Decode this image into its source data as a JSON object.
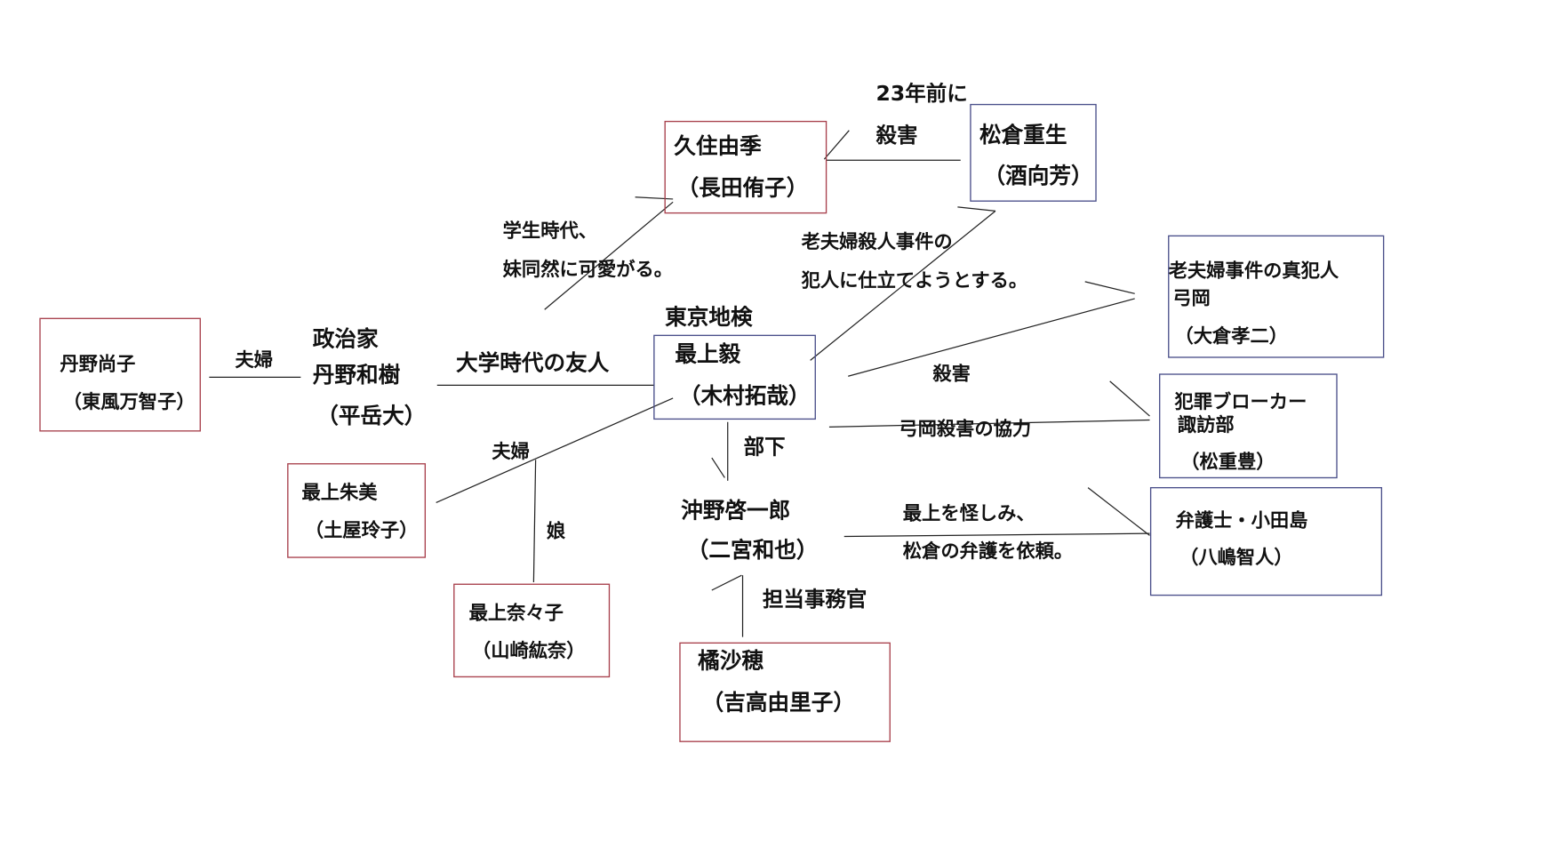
{
  "people": {
    "kuzumi": {
      "role": "久住由季",
      "actor": "（長田侑子）"
    },
    "matsukura": {
      "role": "松倉重生",
      "actor": "（酒向芳）"
    },
    "yumioka": {
      "desc": "老夫婦事件の真犯人",
      "role": "弓岡",
      "actor": "（大倉孝二）"
    },
    "suwabe": {
      "desc": "犯罪ブローカー",
      "role": "諏訪部",
      "actor": "（松重豊）"
    },
    "odajima": {
      "role": "弁護士・小田島",
      "actor": "（八嶋智人）"
    },
    "naoko": {
      "role": "丹野尚子",
      "actor": "（東風万智子）"
    },
    "kazuki": {
      "desc": "政治家",
      "role": "丹野和樹",
      "actor": "（平岳大）"
    },
    "akemi": {
      "role": "最上朱美",
      "actor": "（土屋玲子）"
    },
    "nanako": {
      "role": "最上奈々子",
      "actor": "（山崎紘奈）"
    },
    "mogami": {
      "org": "東京地検",
      "role": "最上毅",
      "actor": "（木村拓哉）"
    },
    "okino": {
      "role": "沖野啓一郎",
      "actor": "（二宮和也）"
    },
    "tachibana": {
      "role": "橘沙穂",
      "actor": "（吉高由里子）"
    }
  },
  "relations": {
    "murder23_line1": "23年前に",
    "murder23_line2": "殺害",
    "student_line1": "学生時代、",
    "student_line2": "妹同然に可愛がる。",
    "frame_line1": "老夫婦殺人事件の",
    "frame_line2": "犯人に仕立てようとする。",
    "univ_friend": "大学時代の友人",
    "couple1": "夫婦",
    "couple2": "夫婦",
    "daughter": "娘",
    "kill": "殺害",
    "kill_help": "弓岡殺害の協力",
    "subordinate": "部下",
    "assistant": "担当事務官",
    "suspect_line1": "最上を怪しみ、",
    "suspect_line2": "松倉の弁護を依頼。"
  },
  "colors": {
    "female_box": "#a8404c",
    "male_box": "#4a4f8a"
  }
}
